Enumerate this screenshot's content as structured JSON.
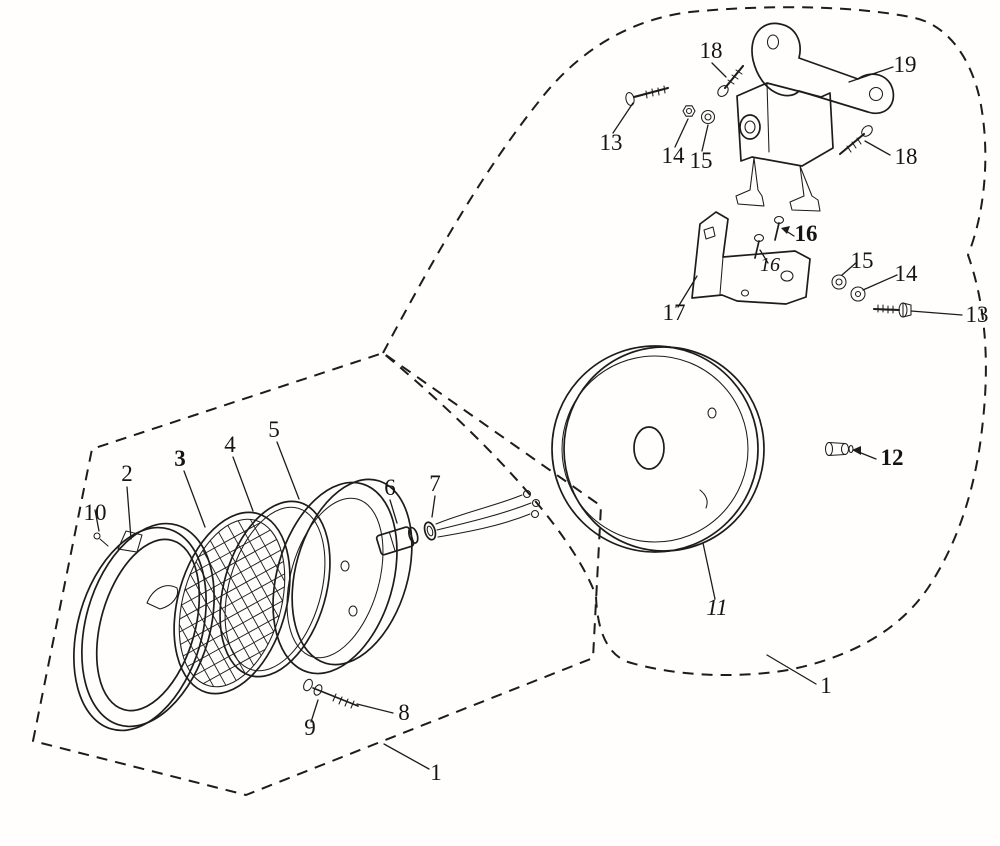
{
  "colors": {
    "ink": "#1c1c1c",
    "paper": "#fffefd"
  },
  "labels": [
    {
      "id": "18-upper",
      "text": "18"
    },
    {
      "id": "19",
      "text": "19"
    },
    {
      "id": "13-upper",
      "text": "13"
    },
    {
      "id": "14-upper",
      "text": "14"
    },
    {
      "id": "15-upper",
      "text": "15"
    },
    {
      "id": "18-right",
      "text": "18"
    },
    {
      "id": "16-upper",
      "text": "16"
    },
    {
      "id": "16-lower",
      "text": "16"
    },
    {
      "id": "17",
      "text": "17"
    },
    {
      "id": "15-right",
      "text": "15"
    },
    {
      "id": "14-right",
      "text": "14"
    },
    {
      "id": "13-right",
      "text": "13"
    },
    {
      "id": "12",
      "text": "12"
    },
    {
      "id": "11",
      "text": "11"
    },
    {
      "id": "1-right",
      "text": "1"
    },
    {
      "id": "10",
      "text": "10"
    },
    {
      "id": "2",
      "text": "2"
    },
    {
      "id": "3",
      "text": "3"
    },
    {
      "id": "4",
      "text": "4"
    },
    {
      "id": "5",
      "text": "5"
    },
    {
      "id": "6",
      "text": "6"
    },
    {
      "id": "7",
      "text": "7"
    },
    {
      "id": "8",
      "text": "8"
    },
    {
      "id": "9",
      "text": "9"
    },
    {
      "id": "1-left",
      "text": "1"
    }
  ]
}
